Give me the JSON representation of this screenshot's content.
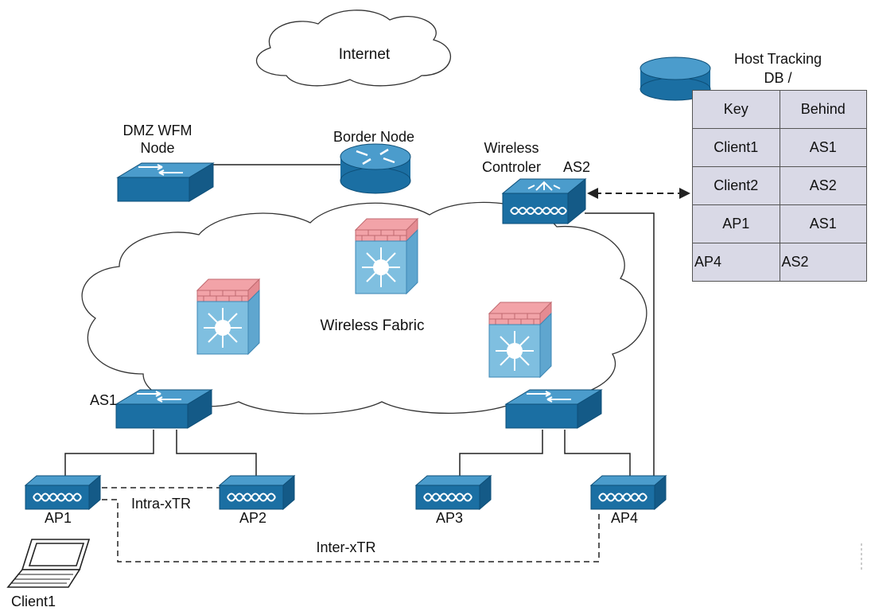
{
  "labels": {
    "internet": "Internet",
    "dmz_wfm_node": "DMZ WFM\nNode",
    "border_node": "Border Node",
    "wireless_controller": "Wireless\nControler",
    "as2": "AS2",
    "as1": "AS1",
    "wireless_fabric": "Wireless Fabric",
    "ap1": "AP1",
    "ap2": "AP2",
    "ap3": "AP3",
    "ap4": "AP4",
    "intra_xtr": "Intra-xTR",
    "inter_xtr": "Inter-xTR",
    "client1": "Client1",
    "host_tracking_db": "Host Tracking DB /\nMAP Server"
  },
  "host_table": {
    "headers": [
      "Key",
      "Behind"
    ],
    "rows": [
      [
        "Client1",
        "AS1"
      ],
      [
        "Client2",
        "AS2"
      ],
      [
        "AP1",
        "AS1"
      ],
      [
        "AP4",
        "AS2"
      ]
    ]
  },
  "colors": {
    "device_blue": "#1b6fa3",
    "device_top": "#4b9ccc",
    "firewall_body": "#7fbfe0",
    "firewall_top": "#f2a3a8",
    "table_bg": "#d9d9e6"
  }
}
